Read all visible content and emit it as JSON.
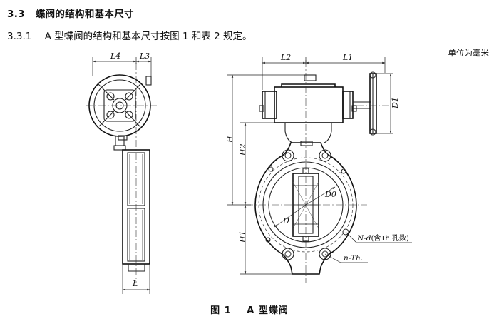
{
  "section": {
    "number": "3.3",
    "title": "蝶阀的结构和基本尺寸"
  },
  "clause": {
    "number": "3.3.1",
    "text": "A 型蝶阀的结构和基本尺寸按图 1 和表 2 规定。"
  },
  "unit_note": "单位为毫米",
  "figure": {
    "caption_number": "图 1",
    "caption_title": "A 型蝶阀",
    "labels": {
      "L4": "L4",
      "L3": "L3",
      "L2": "L2",
      "L1": "L1",
      "L": "L",
      "H": "H",
      "H2": "H2",
      "H1": "H1",
      "D1": "D1",
      "D0": "D0",
      "D": "D",
      "Nd": "N-d",
      "Nd_note": "(含Th.孔数)",
      "nTh": "n-Th."
    }
  }
}
